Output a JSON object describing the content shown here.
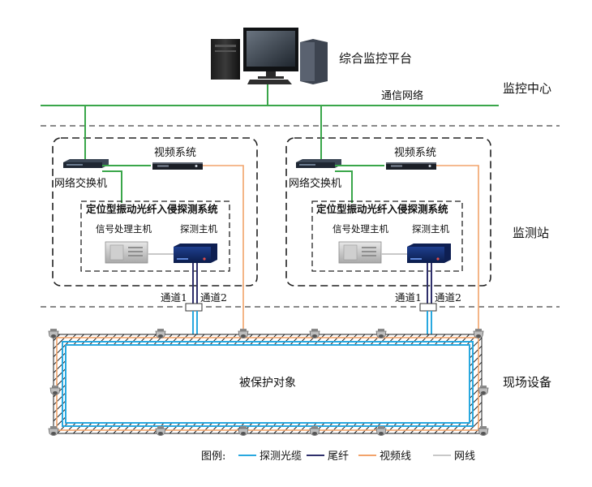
{
  "platform": {
    "label": "综合监控平台"
  },
  "network": {
    "label": "通信网络"
  },
  "zones": {
    "center": "监控中心",
    "station": "监测站",
    "field": "现场设备"
  },
  "station": {
    "switch_label": "网络交换机",
    "video_label": "视频系统",
    "system_title": "定位型振动光纤入侵探测系统",
    "signal_host": "信号处理主机",
    "detect_host": "探测主机",
    "channel1": "通道1",
    "channel2": "通道2"
  },
  "protected": {
    "label": "被保护对象"
  },
  "legend": {
    "title": "图例:",
    "items": [
      {
        "label": "探测光缆",
        "color": "#29a8df"
      },
      {
        "label": "尾纤",
        "color": "#2e2f6b"
      },
      {
        "label": "视频线",
        "color": "#f2a36b"
      },
      {
        "label": "网线",
        "color": "#c8c8c8"
      }
    ]
  },
  "colors": {
    "network": "#3aa64a",
    "cable": "#29a8df",
    "pigtail": "#2e2f6b",
    "video": "#f2a36b",
    "lan": "#c8c8c8",
    "hatch": "#222222"
  },
  "icons": {
    "computer": "desktop-computer-icon",
    "camera": "dome-camera-icon",
    "switch": "network-switch-icon",
    "server": "industrial-computer-icon",
    "detector": "detection-host-icon"
  }
}
